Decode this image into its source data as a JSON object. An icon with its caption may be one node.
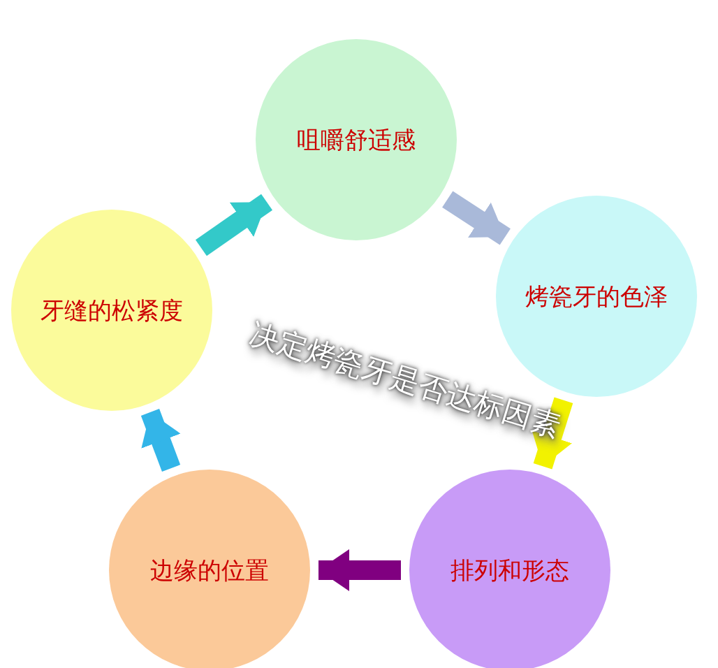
{
  "diagram": {
    "title": "决定烤瓷牙是否达标因素",
    "nodes": [
      {
        "text": [
          "咀嚼舒适感"
        ]
      },
      {
        "text": [
          "烤瓷牙的色泽"
        ]
      },
      {
        "text": [
          "排列和形态"
        ]
      },
      {
        "text": [
          "边缘的位置"
        ]
      },
      {
        "text": [
          "牙缝的松紧度"
        ]
      }
    ],
    "edges": [
      {
        "from": 0,
        "to": 1,
        "arrow": "to",
        "color": "#a9b9d9"
      },
      {
        "from": 1,
        "to": 2,
        "arrow": "to",
        "color": "#f2f200"
      },
      {
        "from": 2,
        "to": 3,
        "arrow": "to",
        "color": "#800080"
      },
      {
        "from": 3,
        "to": 4,
        "arrow": "to",
        "color": "#33b5e8"
      },
      {
        "from": 4,
        "to": 0,
        "arrow": "to",
        "color": "#33c9c9"
      }
    ]
  }
}
